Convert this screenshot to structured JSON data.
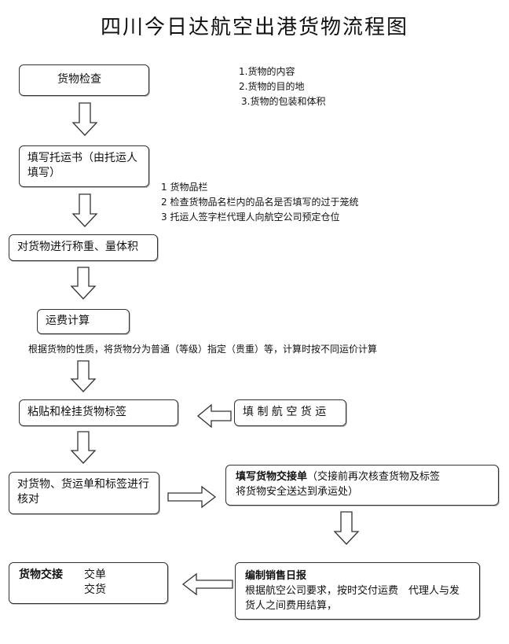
{
  "title": "四川今日达航空出港货物流程图",
  "steps": {
    "s1": "货物检查",
    "s2": "填写托运书（由托运人填写）",
    "s3": "对货物进行称重、量体积",
    "s4": "运费计算",
    "s5": "粘贴和栓挂货物标签",
    "s6": "对货物、货运单和标签进行核对",
    "s7": "货物交接",
    "s7_sub1": "交单",
    "s7_sub2": "交货"
  },
  "side_boxes": {
    "fill_awb": "填 制 航 空 货 运",
    "handover_title": "填写货物交接单",
    "handover_text": "（交接前再次核查货物及标签",
    "handover_text2": "将货物安全送达到承运处）",
    "sales_title": "编制销售日报",
    "sales_text": "根据航空公司要求，按时交付运费　代理人与发",
    "sales_text2": "货人之间费用结算，"
  },
  "notes": {
    "check": [
      "1.货物的内容",
      "2.货物的目的地",
      "3.货物的包装和体积"
    ],
    "waybill": [
      "1 货物品栏",
      "2 检查货物品名栏内的品名是否填写的过于笼统",
      "3 托运人签字栏代理人向航空公司预定仓位"
    ],
    "freight": "根据货物的性质，将货物分为普通（等级）指定（贵重）等，计算时按不同运价计算"
  }
}
